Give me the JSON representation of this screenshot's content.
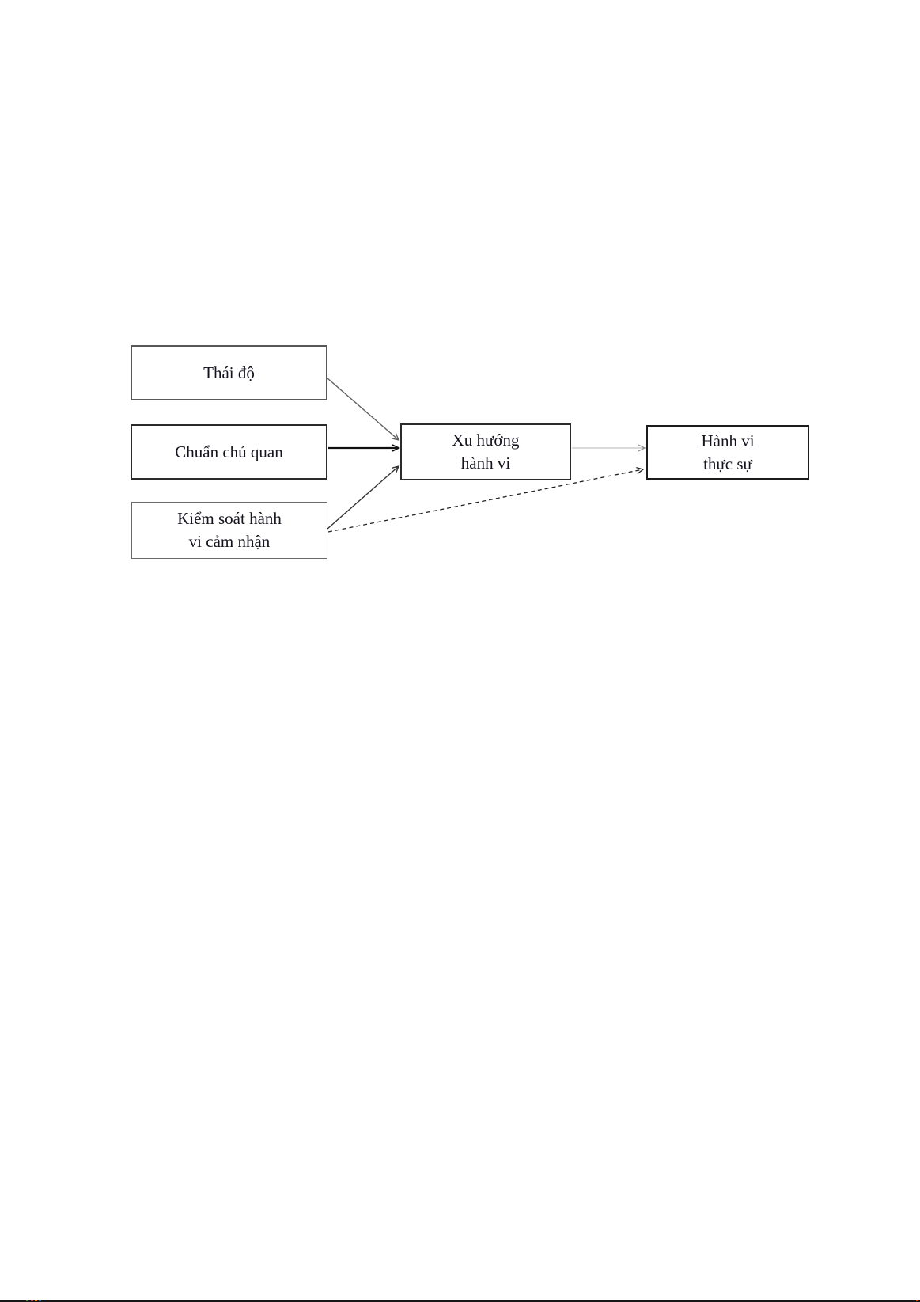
{
  "page": {
    "background": "#ffffff"
  },
  "diagram": {
    "type": "flow-diagram",
    "nodes": {
      "attitude": {
        "line1": "Thái độ"
      },
      "subjective_norm": {
        "line1": "Chuẩn chủ quan"
      },
      "perceived_behavioral_control": {
        "line1": "Kiểm soát hành",
        "line2": "vi cảm nhận"
      },
      "behavioral_intention": {
        "line1": "Xu hướng",
        "line2": "hành vi"
      },
      "actual_behavior": {
        "line1": "Hành vi",
        "line2": "thực sự"
      }
    },
    "edges": [
      {
        "from": "attitude",
        "to": "behavioral_intention",
        "line": "solid",
        "color": "#606060"
      },
      {
        "from": "subjective_norm",
        "to": "behavioral_intention",
        "line": "solid",
        "color": "#101010"
      },
      {
        "from": "perceived_behavioral_control",
        "to": "behavioral_intention",
        "line": "solid",
        "color": "#333333"
      },
      {
        "from": "behavioral_intention",
        "to": "actual_behavior",
        "line": "solid",
        "color": "#b5b5b5"
      },
      {
        "from": "perceived_behavioral_control",
        "to": "actual_behavior",
        "line": "dash-dot",
        "color": "#222222"
      }
    ],
    "colors": {
      "text": "#14141f",
      "box_fill": "#ffffff",
      "box_border_attitude": "#58585a",
      "box_border_subjective_norm": "#2b2b2d",
      "box_border_pbc": "#6a6a6d",
      "box_border_intention": "#2b2b2d",
      "box_border_behavior": "#1c1c1e"
    }
  },
  "footer": {
    "bar_color": "#151515",
    "speck_colors": [
      "#2f9e44",
      "#e03131",
      "#f08c00",
      "#1971c2",
      "#d9480f"
    ]
  }
}
